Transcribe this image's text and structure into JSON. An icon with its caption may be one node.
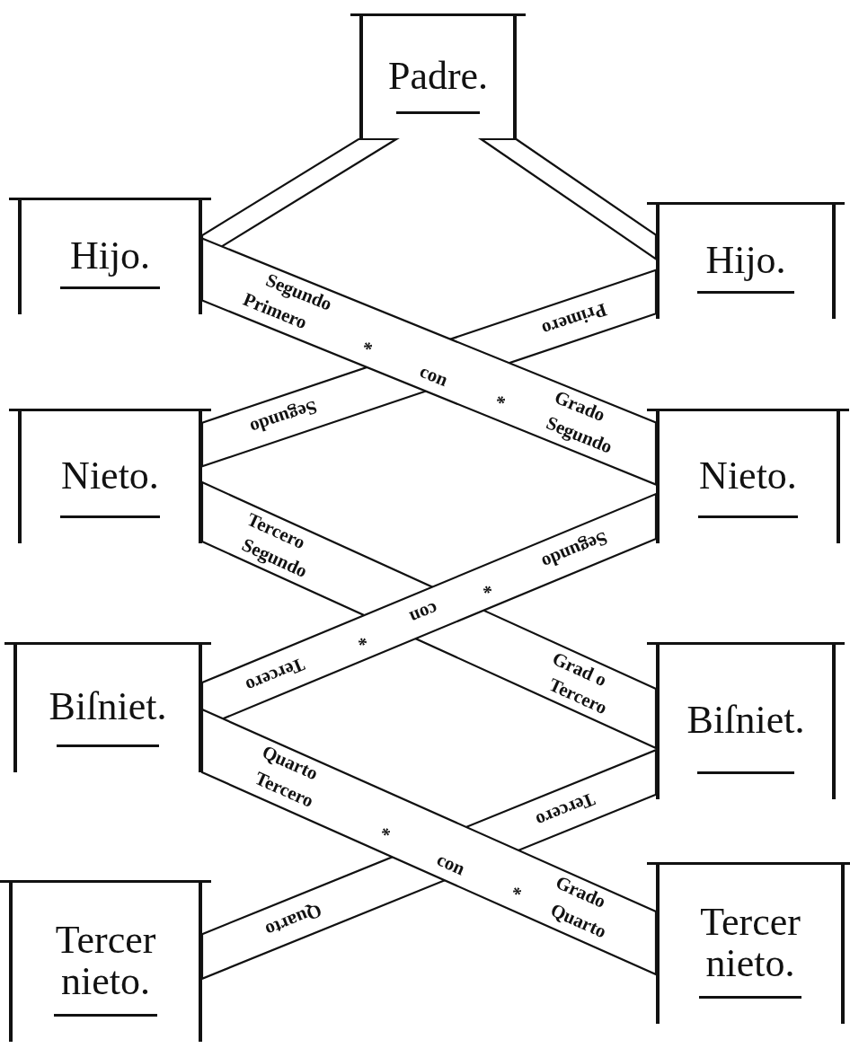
{
  "diagram": {
    "nodes": [
      {
        "text": [
          "Padre."
        ]
      },
      {
        "text": [
          "Hijo."
        ]
      },
      {
        "text": [
          "Hijo."
        ]
      },
      {
        "text": [
          "Nieto."
        ]
      },
      {
        "text": [
          "Nieto."
        ]
      },
      {
        "text": [
          "Biſniet."
        ]
      },
      {
        "text": [
          "Biſniet."
        ]
      },
      {
        "text": [
          "Tercer nieto."
        ]
      },
      {
        "text": [
          "Tercer nieto."
        ]
      }
    ],
    "edges": [
      {
        "from": 0,
        "to": 1,
        "arrow": "none"
      },
      {
        "from": 0,
        "to": 2,
        "arrow": "none"
      },
      {
        "from": 1,
        "to": 4,
        "arrow": "none"
      },
      {
        "from": 2,
        "to": 3,
        "arrow": "none"
      },
      {
        "from": 3,
        "to": 6,
        "arrow": "none"
      },
      {
        "from": 4,
        "to": 5,
        "arrow": "none"
      },
      {
        "from": 5,
        "to": 8,
        "arrow": "none"
      },
      {
        "from": 6,
        "to": 7,
        "arrow": "none"
      }
    ],
    "labels": [
      "Segundo",
      "Primero",
      "*",
      "con",
      "*",
      "Grado",
      "Segundo",
      "Primero",
      "Segundo",
      "Tercero",
      "Segundo",
      "Grad o",
      "Tercero",
      "Segundo",
      "*",
      "con",
      "*",
      "Tercero",
      "Quarto",
      "Tercero",
      "*",
      "con",
      "*",
      "Grado",
      "Quarto",
      "Tercero",
      "Quarto"
    ]
  }
}
